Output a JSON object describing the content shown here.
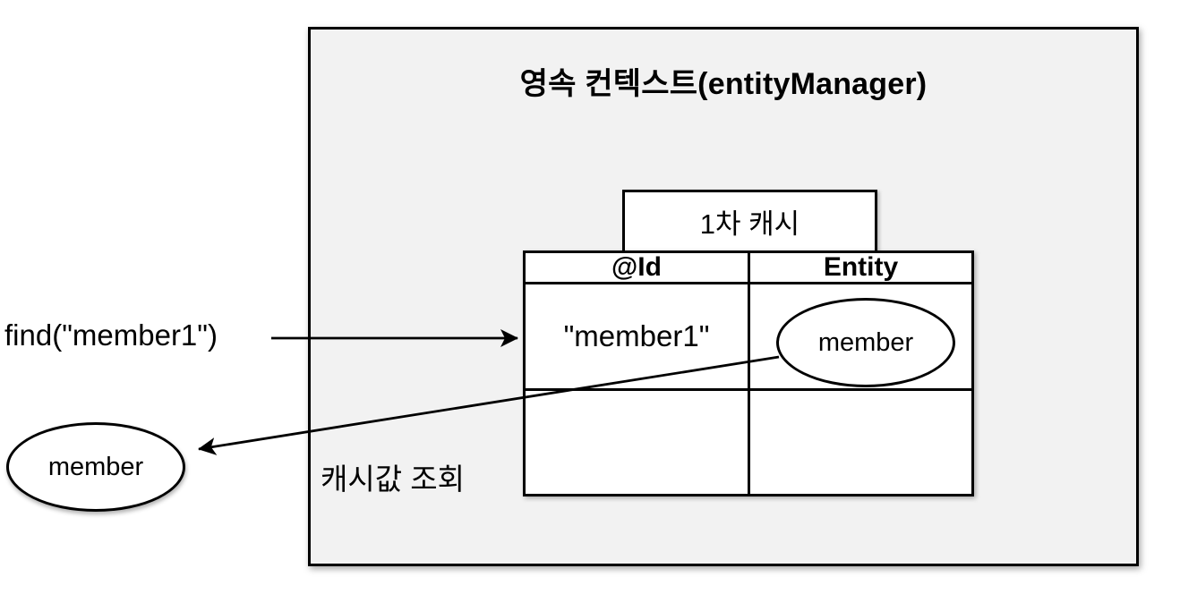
{
  "diagram": {
    "title": "영속 컨텍스트(entityManager)",
    "cache_box_label": "1차 캐시",
    "table": {
      "headers": [
        "@Id",
        "Entity"
      ],
      "rows": [
        {
          "id": "\"member1\"",
          "entity_label": "member"
        },
        {
          "id": "",
          "entity_label": ""
        }
      ]
    },
    "find_label": "find(\"member1\")",
    "result_label": "member",
    "lookup_label": "캐시값 조회",
    "colors": {
      "context_fill": "#f2f2f2",
      "cell_fill": "#ffffff",
      "line": "#000000"
    }
  }
}
